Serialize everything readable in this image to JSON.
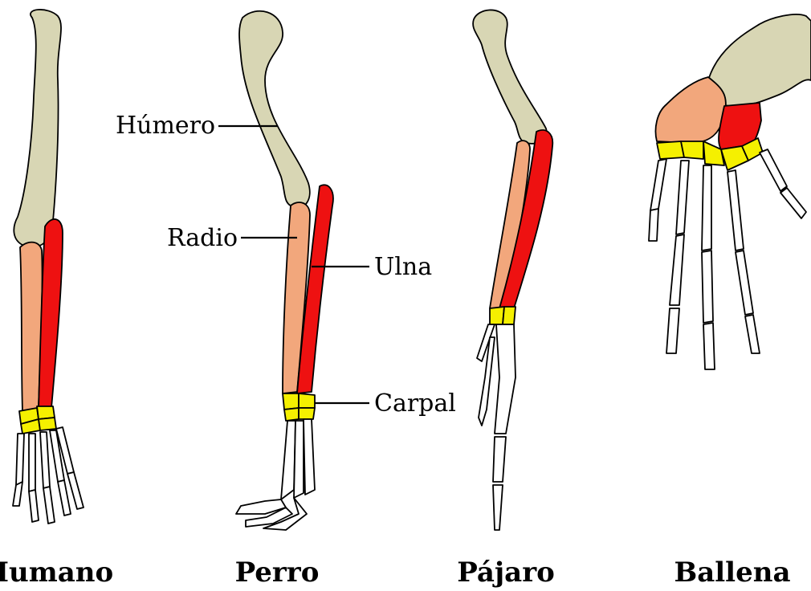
{
  "colors": {
    "humerus": "#d8d6b4",
    "radius": "#f2a77c",
    "ulna": "#ee1111",
    "carpal": "#f5f000",
    "phalanges": "#ffffff",
    "outline": "#000000"
  },
  "labels": {
    "humerus": "Húmero",
    "radius": "Radio",
    "ulna": "Ulna",
    "carpal": "Carpal"
  },
  "animals": [
    {
      "name": "Humano"
    },
    {
      "name": "Perro"
    },
    {
      "name": "Pájaro"
    },
    {
      "name": "Ballena"
    }
  ]
}
